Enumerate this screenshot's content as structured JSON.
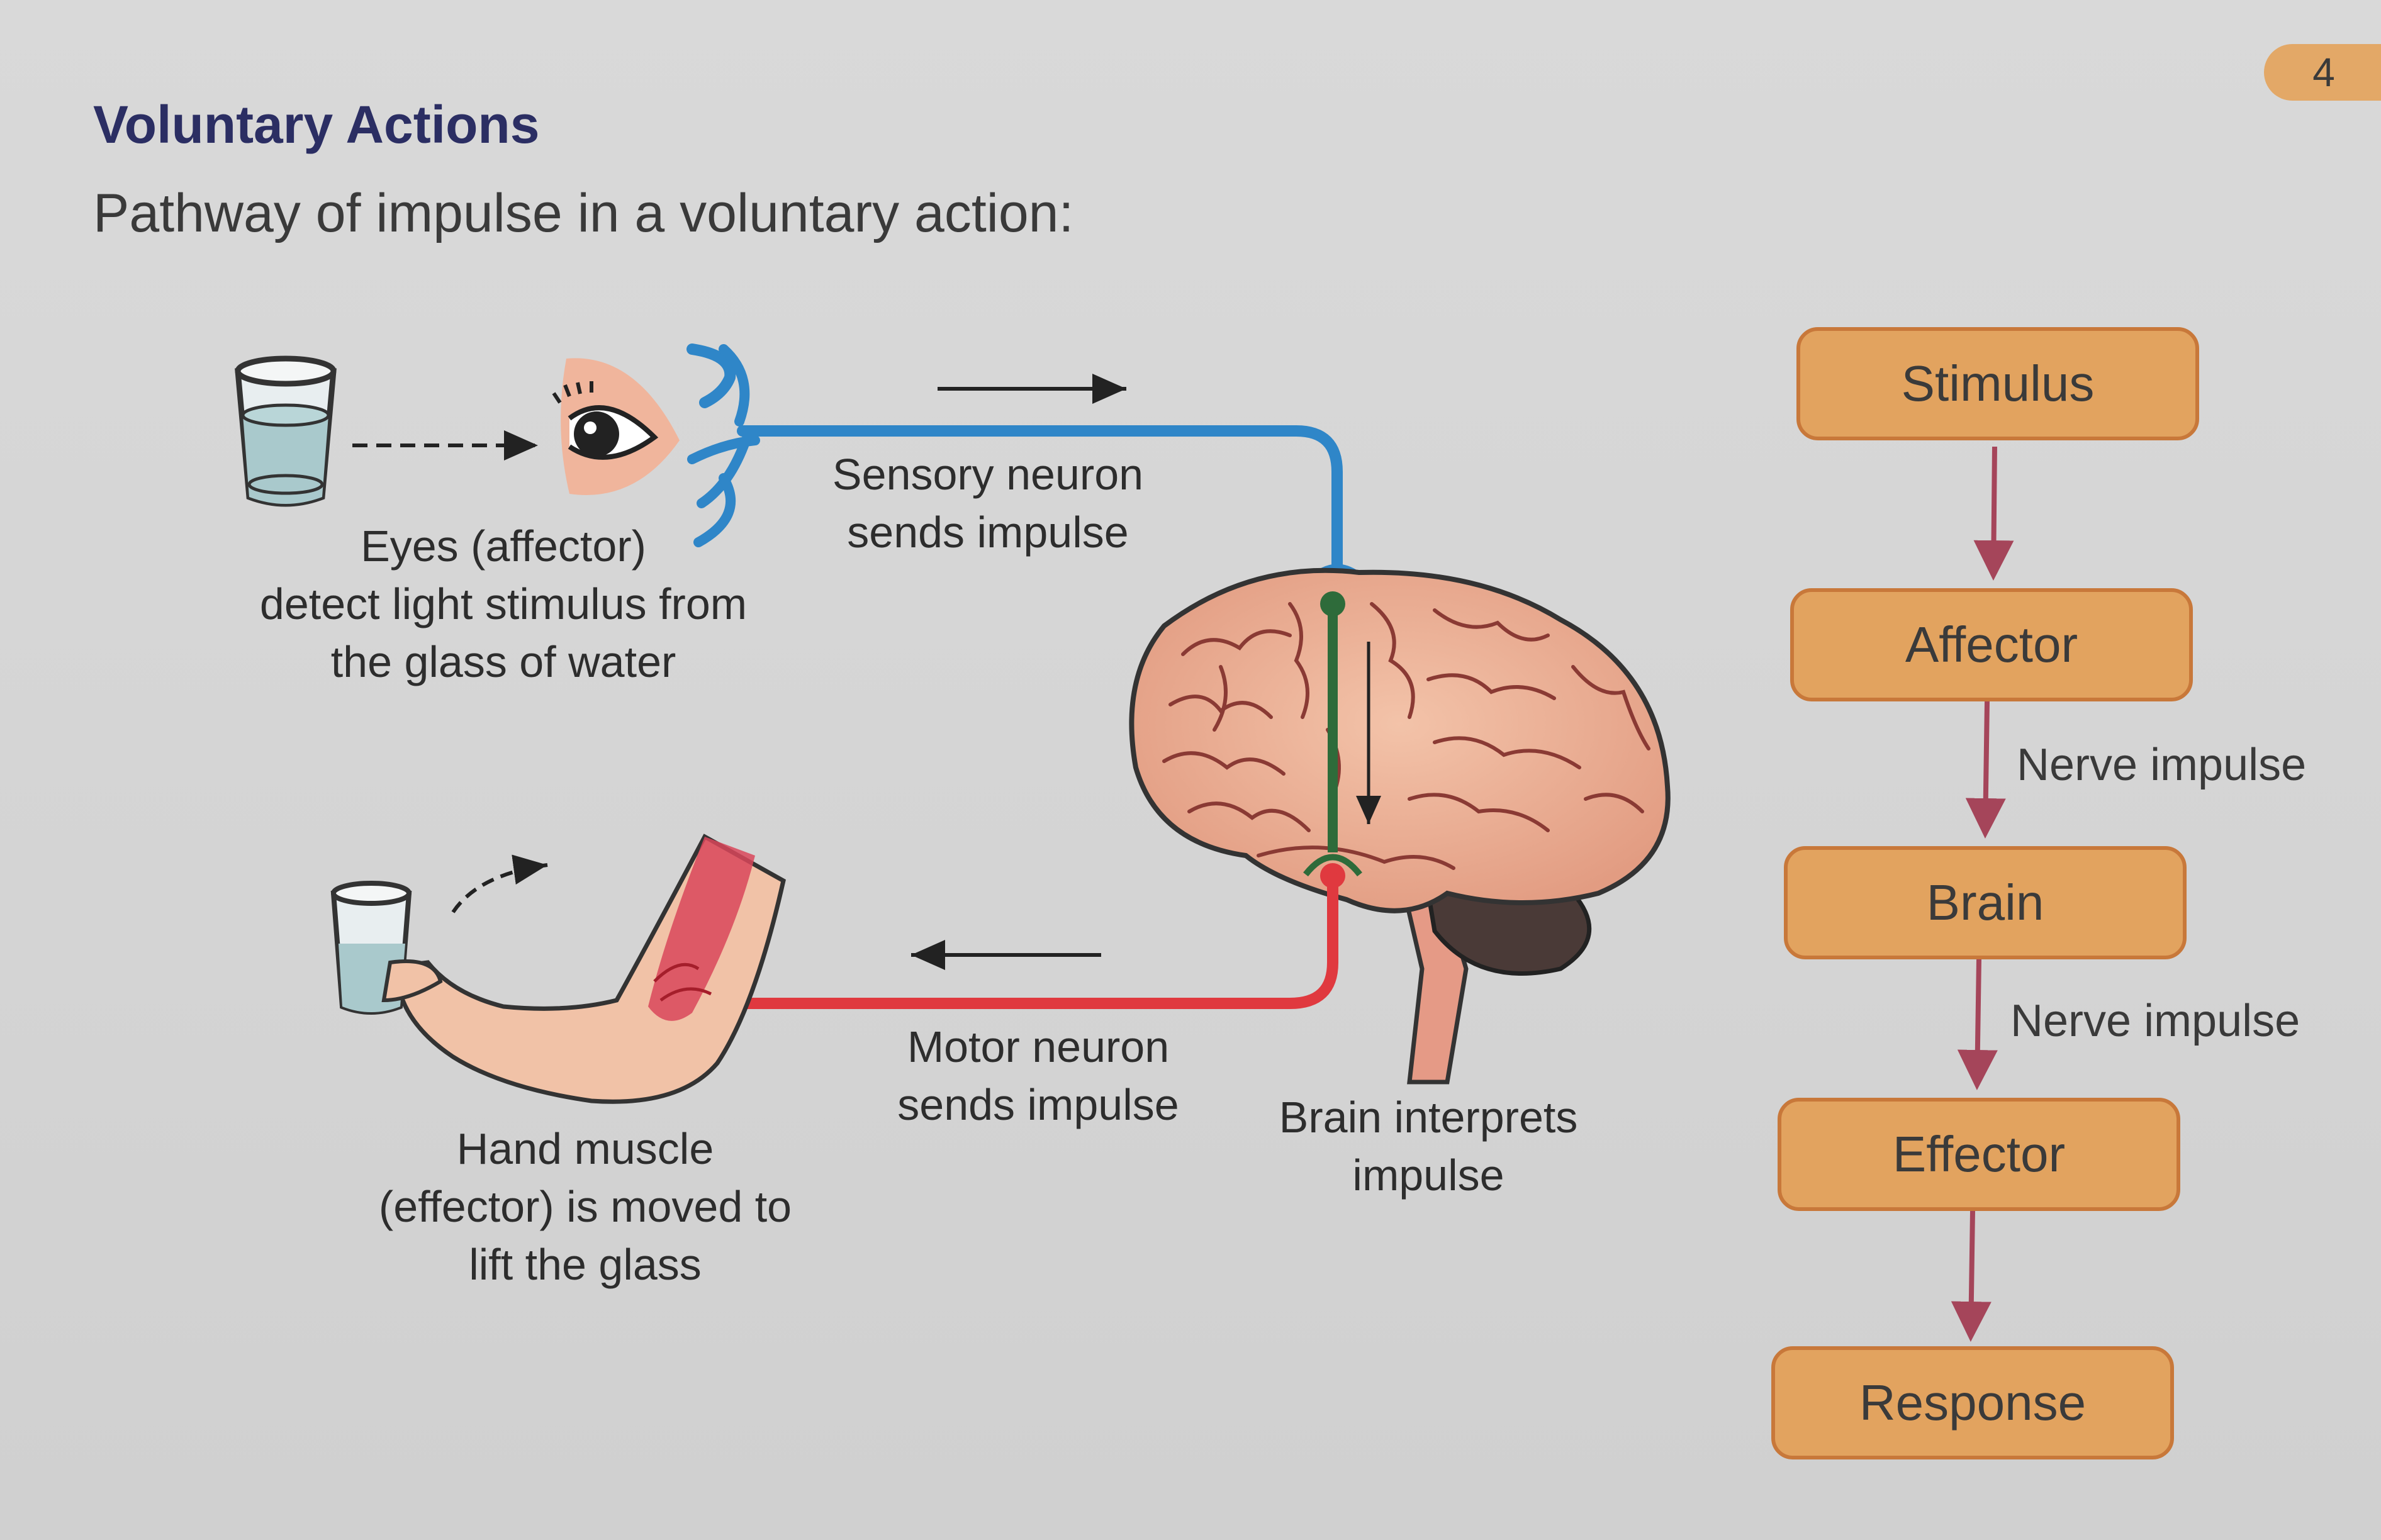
{
  "page_number": "4",
  "section_title": "Voluntary Actions",
  "intro_text": "Pathway of impulse in a voluntary action:",
  "diagram": {
    "eyes_caption": [
      "Eyes (affector)",
      "detect light stimulus from",
      "the glass of water"
    ],
    "sensory_caption": [
      "Sensory neuron",
      "sends impulse"
    ],
    "motor_caption": [
      "Motor neuron",
      "sends impulse"
    ],
    "brain_caption": [
      "Brain interprets",
      "impulse"
    ],
    "hand_caption": [
      "Hand muscle",
      "(effector) is moved to",
      "lift the glass"
    ],
    "colors": {
      "sensory_neuron": "#2f86c8",
      "motor_neuron": "#e0393f",
      "brain_neuron": "#2e6b3a",
      "flow_box": "#e2a35f",
      "flow_arrow": "#a5455a"
    }
  },
  "flowchart": {
    "steps": [
      "Stimulus",
      "Affector",
      "Brain",
      "Effector",
      "Response"
    ],
    "connector_labels": [
      "",
      "Nerve impulse",
      "Nerve impulse",
      ""
    ]
  }
}
